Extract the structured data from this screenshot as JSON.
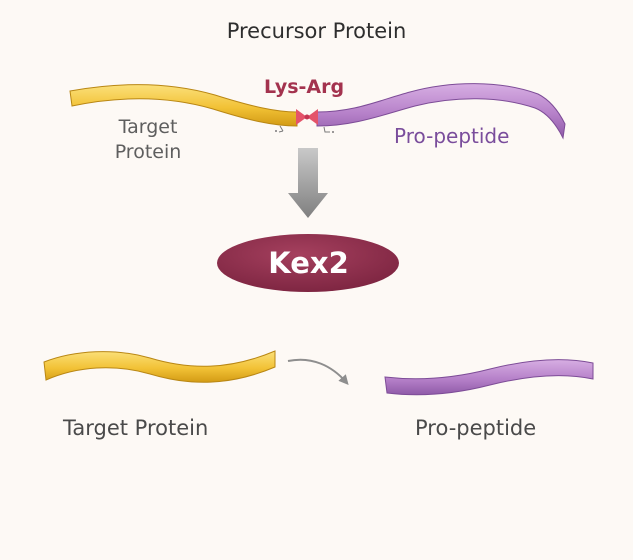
{
  "title": "Precursor Protein",
  "cleavage_site": {
    "label": "Lys-Arg"
  },
  "precursor": {
    "target_label_line1": "Target",
    "target_label_line2": "Protein",
    "propeptide_label": "Pro-peptide"
  },
  "enzyme": {
    "label": "Kex2"
  },
  "products": {
    "target_label": "Target Protein",
    "propeptide_label": "Pro-peptide"
  },
  "colors": {
    "target_protein": "#f2c236",
    "propeptide": "#b681c9",
    "enzyme": "#8e2e4a",
    "cleavage_site": "#e4536a",
    "arrow": "#8e8e8e"
  }
}
